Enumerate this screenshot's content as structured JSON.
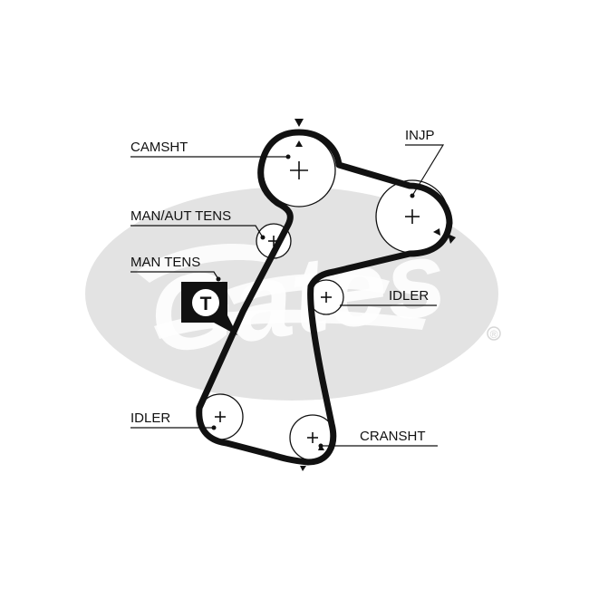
{
  "colors": {
    "belt": "#111111",
    "watermark": "#e3e3e3",
    "background": "#ffffff"
  },
  "watermark": {
    "brand": "Gates",
    "registered": "®"
  },
  "labels": {
    "camsht": "CAMSHT",
    "injp": "INJP",
    "man_aut_tens": "MAN/AUT TENS",
    "man_tens": "MAN TENS",
    "tension_symbol": "T",
    "idler_right": "IDLER",
    "idler_left": "IDLER",
    "cransht": "CRANSHT"
  },
  "icons": {
    "tension_badge": "tension-pointer-icon",
    "timing_mark": "triangle-marker-icon",
    "pulley_center": "plus-cross-icon"
  }
}
